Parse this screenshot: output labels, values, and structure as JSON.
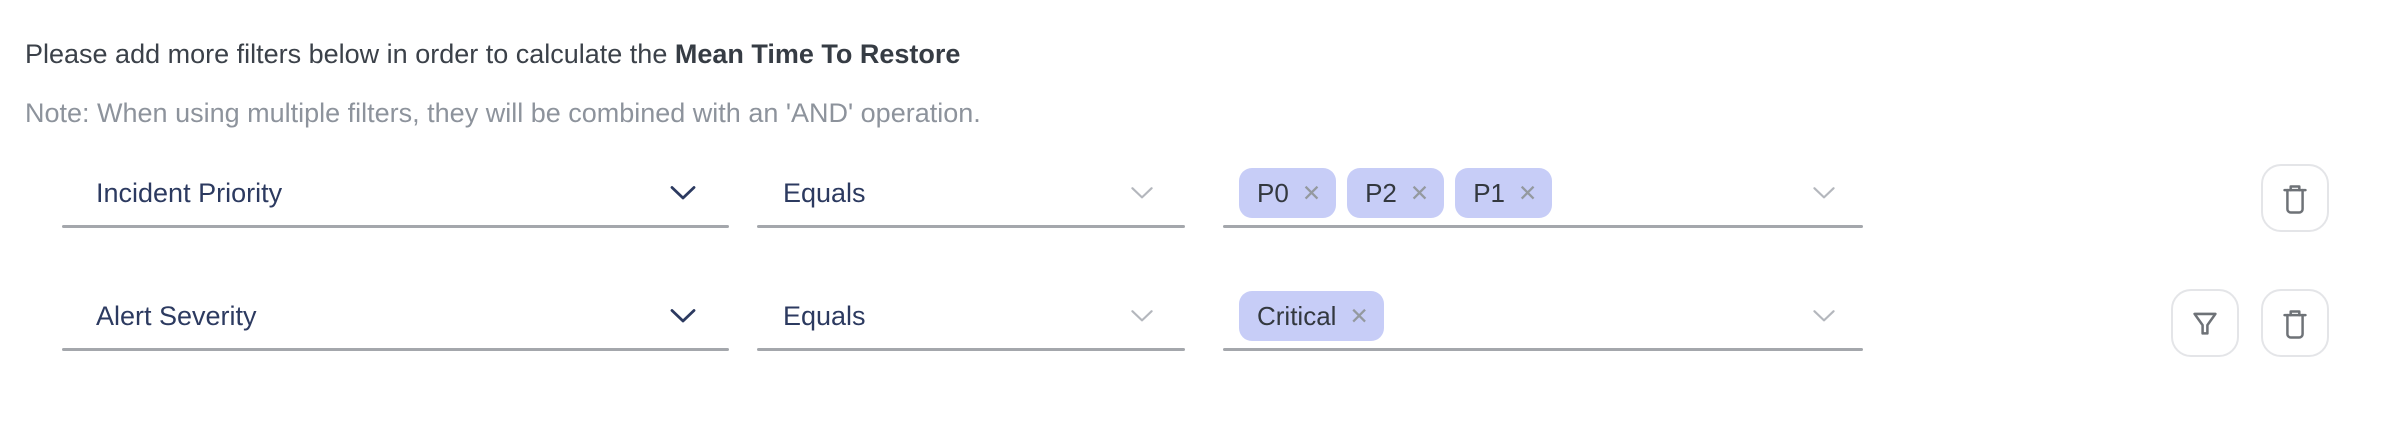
{
  "header": {
    "intro_text": "Please add more filters below in order to calculate the ",
    "metric_name": "Mean Time To Restore",
    "note_text": "Note: When using multiple filters, they will be combined with an 'AND' operation."
  },
  "glyphs": {
    "close": "✕"
  },
  "icons": {
    "dropdown": "chevron-down-icon",
    "remove_value": "close-x-icon",
    "delete_row": "trash-icon",
    "filter_row": "funnel-icon"
  },
  "colors": {
    "tag_background": "#c7cdf7",
    "field_text": "#2c3a60",
    "underline": "#a4a7ac",
    "note_text": "#8d939c",
    "header_text": "#3b4149",
    "icon_stroke": "#6e7277",
    "button_border": "#e4e5e8"
  },
  "filters": [
    {
      "field_label": "Incident Priority",
      "operator_label": "Equals",
      "values": [
        "P0",
        "P2",
        "P1"
      ]
    },
    {
      "field_label": "Alert Severity",
      "operator_label": "Equals",
      "values": [
        "Critical"
      ]
    }
  ]
}
